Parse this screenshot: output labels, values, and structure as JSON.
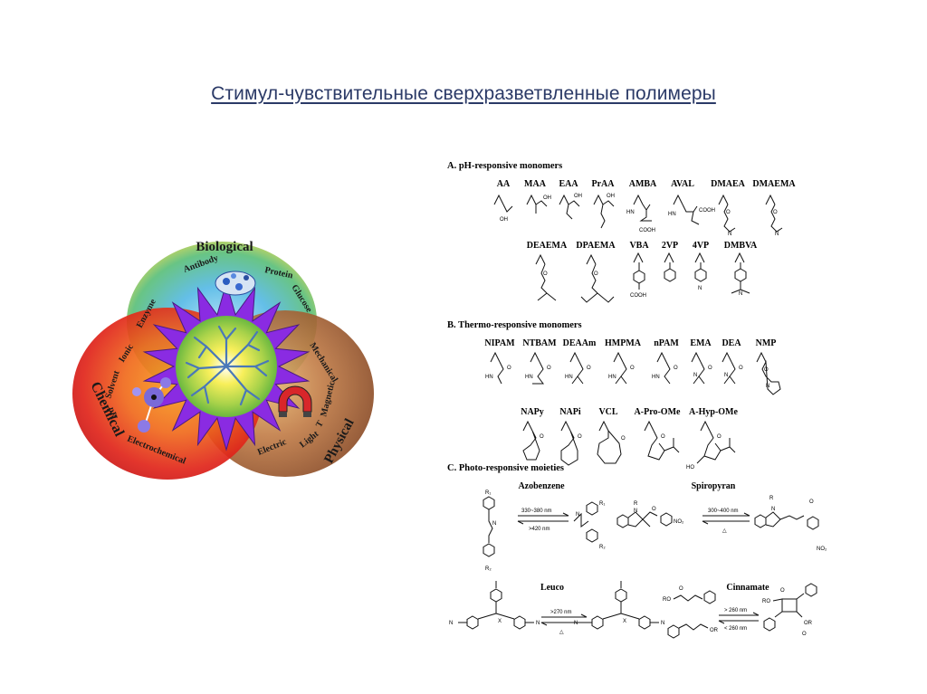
{
  "slide": {
    "title": "Стимул-чувствительные сверхразветвленные полимеры"
  },
  "venn": {
    "categories": {
      "biological": "Biological",
      "chemical": "Chemical",
      "physical": "Physical"
    },
    "biological_stimuli": [
      "Antibody",
      "Protein",
      "Glucose",
      "Enzyme"
    ],
    "chemical_stimuli": [
      "Ionic",
      "Solvent",
      "pH",
      "Electrochemical"
    ],
    "physical_stimuli": [
      "Mechanical",
      "Magnetic",
      "T",
      "Light",
      "Electric"
    ],
    "colors": {
      "biological": "#3aa6d8",
      "chemical": "#e02a1c",
      "physical": "#9a5a2e",
      "star": "#8a2be2",
      "core": "#f4e21a"
    }
  },
  "scheme": {
    "section_a": {
      "title": "A. pH-responsive monomers",
      "row1": [
        "AA",
        "MAA",
        "EAA",
        "PrAA",
        "AMBA",
        "AVAL",
        "DMAEA",
        "DMAEMA"
      ],
      "row2": [
        "DEAEMA",
        "DPAEMA",
        "VBA",
        "2VP",
        "4VP",
        "DMBVA"
      ]
    },
    "section_b": {
      "title": "B. Thermo-responsive monomers",
      "row1": [
        "NIPAM",
        "NTBAM",
        "DEAAm",
        "HMPMA",
        "nPAM",
        "EMA",
        "DEA",
        "NMP"
      ],
      "row2": [
        "NAPy",
        "NAPi",
        "VCL",
        "A-Pro-OMe",
        "A-Hyp-OMe"
      ]
    },
    "section_c": {
      "title": "C. Photo-responsive moieties",
      "azobenzene": {
        "name": "Azobenzene",
        "forward": "330~380 nm",
        "reverse": ">420 nm"
      },
      "spiropyran": {
        "name": "Spiropyran",
        "forward": "300~400 nm",
        "reverse": "△"
      },
      "leuco": {
        "name": "Leuco",
        "forward": ">270 nm",
        "reverse": "△"
      },
      "cinnamate": {
        "name": "Cinnamate",
        "forward": "> 260 nm",
        "reverse": "< 260 nm"
      }
    },
    "atoms": {
      "oh": "OH",
      "o": "O",
      "n": "N",
      "hn": "HN",
      "cooh": "COOH",
      "ro": "RO",
      "or": "OR",
      "no2": "NO₂",
      "r1": "R₁",
      "r2": "R₂",
      "r": "R",
      "x": "X",
      "ho": "HO"
    }
  }
}
